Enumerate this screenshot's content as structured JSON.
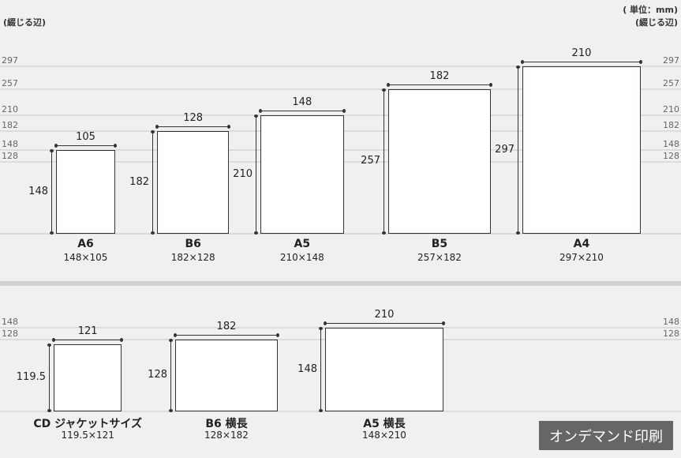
{
  "header": {
    "unit": "( 単位：mm)",
    "binding_edge_left": "(綴じる辺)",
    "binding_edge_right": "(綴じる辺)"
  },
  "top": {
    "gridlines": [
      297,
      257,
      210,
      182,
      148,
      128
    ],
    "items": [
      {
        "name": "A6",
        "size": "148×105",
        "width": 105,
        "height": 148,
        "width_label": "105",
        "height_label": "148"
      },
      {
        "name": "B6",
        "size": "182×128",
        "width": 128,
        "height": 182,
        "width_label": "128",
        "height_label": "182"
      },
      {
        "name": "A5",
        "size": "210×148",
        "width": 148,
        "height": 210,
        "width_label": "148",
        "height_label": "210"
      },
      {
        "name": "B5",
        "size": "257×182",
        "width": 182,
        "height": 257,
        "width_label": "182",
        "height_label": "257"
      },
      {
        "name": "A4",
        "size": "297×210",
        "width": 210,
        "height": 297,
        "width_label": "210",
        "height_label": "297"
      }
    ]
  },
  "bottom": {
    "gridlines": [
      148,
      128
    ],
    "items": [
      {
        "name": "CD ジャケットサイズ",
        "size": "119.5×121",
        "width": 121,
        "height": 119.5,
        "width_label": "121",
        "height_label": "119.5"
      },
      {
        "name": "B6 横長",
        "size": "128×182",
        "width": 182,
        "height": 128,
        "width_label": "182",
        "height_label": "128"
      },
      {
        "name": "A5 横長",
        "size": "148×210",
        "width": 210,
        "height": 148,
        "width_label": "210",
        "height_label": "148"
      }
    ]
  },
  "button": {
    "label": "オンデマンド印刷"
  }
}
